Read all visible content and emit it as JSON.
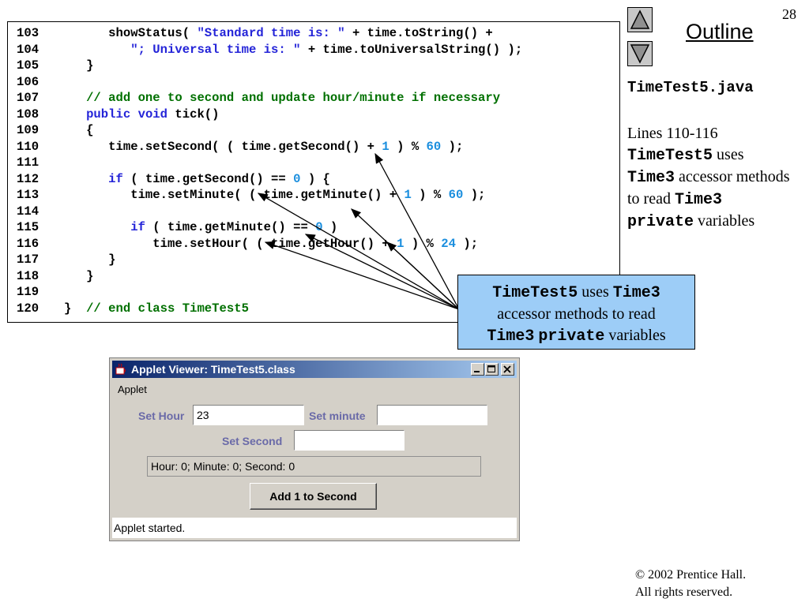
{
  "page_number": "28",
  "outline_label": "Outline",
  "file_name": "TimeTest5.java",
  "side_note": {
    "lines": "Lines 110-116",
    "class1": "TimeTest5",
    "uses": " uses",
    "class2": "Time3",
    "accessor": " accessor methods to read ",
    "class3": "Time3",
    "kw_private": "private",
    "variables": " variables"
  },
  "callout": {
    "class1": "TimeTest5",
    "uses": " uses ",
    "class2": "Time3",
    "accessor": "accessor methods to read",
    "class3": "Time3",
    "kw_private": "private",
    "variables": " variables"
  },
  "code_lines": [
    {
      "num": "103",
      "segments": [
        {
          "t": "      showStatus( ",
          "c": ""
        },
        {
          "t": "\"Standard time is: \"",
          "c": "str"
        },
        {
          "t": " + time.toString() +",
          "c": ""
        }
      ]
    },
    {
      "num": "104",
      "segments": [
        {
          "t": "         ",
          "c": ""
        },
        {
          "t": "\"; Universal time is: \"",
          "c": "str"
        },
        {
          "t": " + time.toUniversalString() );",
          "c": ""
        }
      ]
    },
    {
      "num": "105",
      "segments": [
        {
          "t": "   }",
          "c": ""
        }
      ]
    },
    {
      "num": "106",
      "segments": []
    },
    {
      "num": "107",
      "segments": [
        {
          "t": "   // add one to second and update hour/minute if necessary",
          "c": "cm"
        }
      ]
    },
    {
      "num": "108",
      "segments": [
        {
          "t": "   ",
          "c": ""
        },
        {
          "t": "public void",
          "c": "kw"
        },
        {
          "t": " tick()",
          "c": ""
        }
      ]
    },
    {
      "num": "109",
      "segments": [
        {
          "t": "   {",
          "c": ""
        }
      ]
    },
    {
      "num": "110",
      "segments": [
        {
          "t": "      time.setSecond( ( time.getSecond() + ",
          "c": ""
        },
        {
          "t": "1",
          "c": "num"
        },
        {
          "t": " ) % ",
          "c": ""
        },
        {
          "t": "60",
          "c": "num"
        },
        {
          "t": " );",
          "c": ""
        }
      ]
    },
    {
      "num": "111",
      "segments": []
    },
    {
      "num": "112",
      "segments": [
        {
          "t": "      ",
          "c": ""
        },
        {
          "t": "if",
          "c": "kw"
        },
        {
          "t": " ( time.getSecond() == ",
          "c": ""
        },
        {
          "t": "0",
          "c": "num"
        },
        {
          "t": " ) {",
          "c": ""
        }
      ]
    },
    {
      "num": "113",
      "segments": [
        {
          "t": "         time.setMinute( ( time.getMinute() + ",
          "c": ""
        },
        {
          "t": "1",
          "c": "num"
        },
        {
          "t": " ) % ",
          "c": ""
        },
        {
          "t": "60",
          "c": "num"
        },
        {
          "t": " );",
          "c": ""
        }
      ]
    },
    {
      "num": "114",
      "segments": []
    },
    {
      "num": "115",
      "segments": [
        {
          "t": "         ",
          "c": ""
        },
        {
          "t": "if",
          "c": "kw"
        },
        {
          "t": " ( time.getMinute() == ",
          "c": ""
        },
        {
          "t": "0",
          "c": "num"
        },
        {
          "t": " )",
          "c": ""
        }
      ]
    },
    {
      "num": "116",
      "segments": [
        {
          "t": "            time.setHour( ( time.getHour() + ",
          "c": ""
        },
        {
          "t": "1",
          "c": "num"
        },
        {
          "t": " ) % ",
          "c": ""
        },
        {
          "t": "24",
          "c": "num"
        },
        {
          "t": " );",
          "c": ""
        }
      ]
    },
    {
      "num": "117",
      "segments": [
        {
          "t": "      }",
          "c": ""
        }
      ]
    },
    {
      "num": "118",
      "segments": [
        {
          "t": "   }",
          "c": ""
        }
      ]
    },
    {
      "num": "119",
      "segments": []
    },
    {
      "num": "120",
      "segments": [
        {
          "t": "}  ",
          "c": ""
        },
        {
          "t": "// end class TimeTest5",
          "c": "cm"
        }
      ]
    }
  ],
  "applet": {
    "title": "Applet Viewer: TimeTest5.class",
    "menu": "Applet",
    "set_hour_label": "Set Hour",
    "set_hour_value": "23",
    "set_minute_label": "Set minute",
    "set_minute_value": "",
    "set_second_label": "Set Second",
    "set_second_value": "",
    "display": "Hour: 0; Minute: 0; Second: 0",
    "button": "Add 1 to Second",
    "status": "Applet started."
  },
  "copyright": {
    "line1": "© 2002 Prentice Hall.",
    "line2": "All rights reserved."
  }
}
